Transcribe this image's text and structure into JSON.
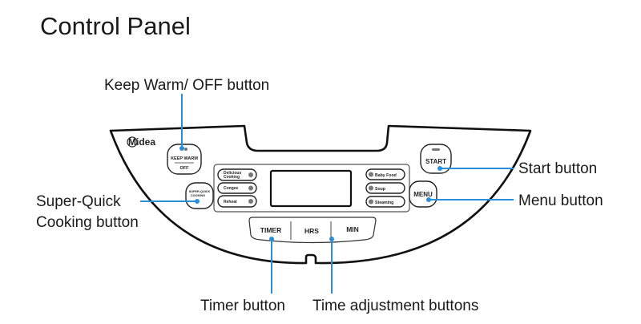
{
  "title": "Control Panel",
  "brand": "Midea",
  "accent_color": "#2a8fd8",
  "panel": {
    "keep_warm": {
      "line1": "KEEP WARM",
      "line2": "OFF"
    },
    "super_quick": {
      "line1": "SUPER-QUICK",
      "line2": "COOKING"
    },
    "start": "START",
    "menu": "MENU",
    "left_programs": [
      {
        "line1": "Delicious",
        "line2": "Cooking"
      },
      {
        "line1": "Congee",
        "line2": ""
      },
      {
        "line1": "Reheat",
        "line2": ""
      }
    ],
    "right_programs": [
      "Baby Food",
      "Soup",
      "Steaming"
    ],
    "timer_keys": [
      "TIMER",
      "HRS",
      "MIN"
    ]
  },
  "callouts": {
    "keep_warm": "Keep Warm/ OFF button",
    "super_quick_1": "Super-Quick",
    "super_quick_2": "Cooking button",
    "start": "Start button",
    "menu": "Menu button",
    "timer": "Timer button",
    "time_adjust": "Time adjustment buttons"
  }
}
